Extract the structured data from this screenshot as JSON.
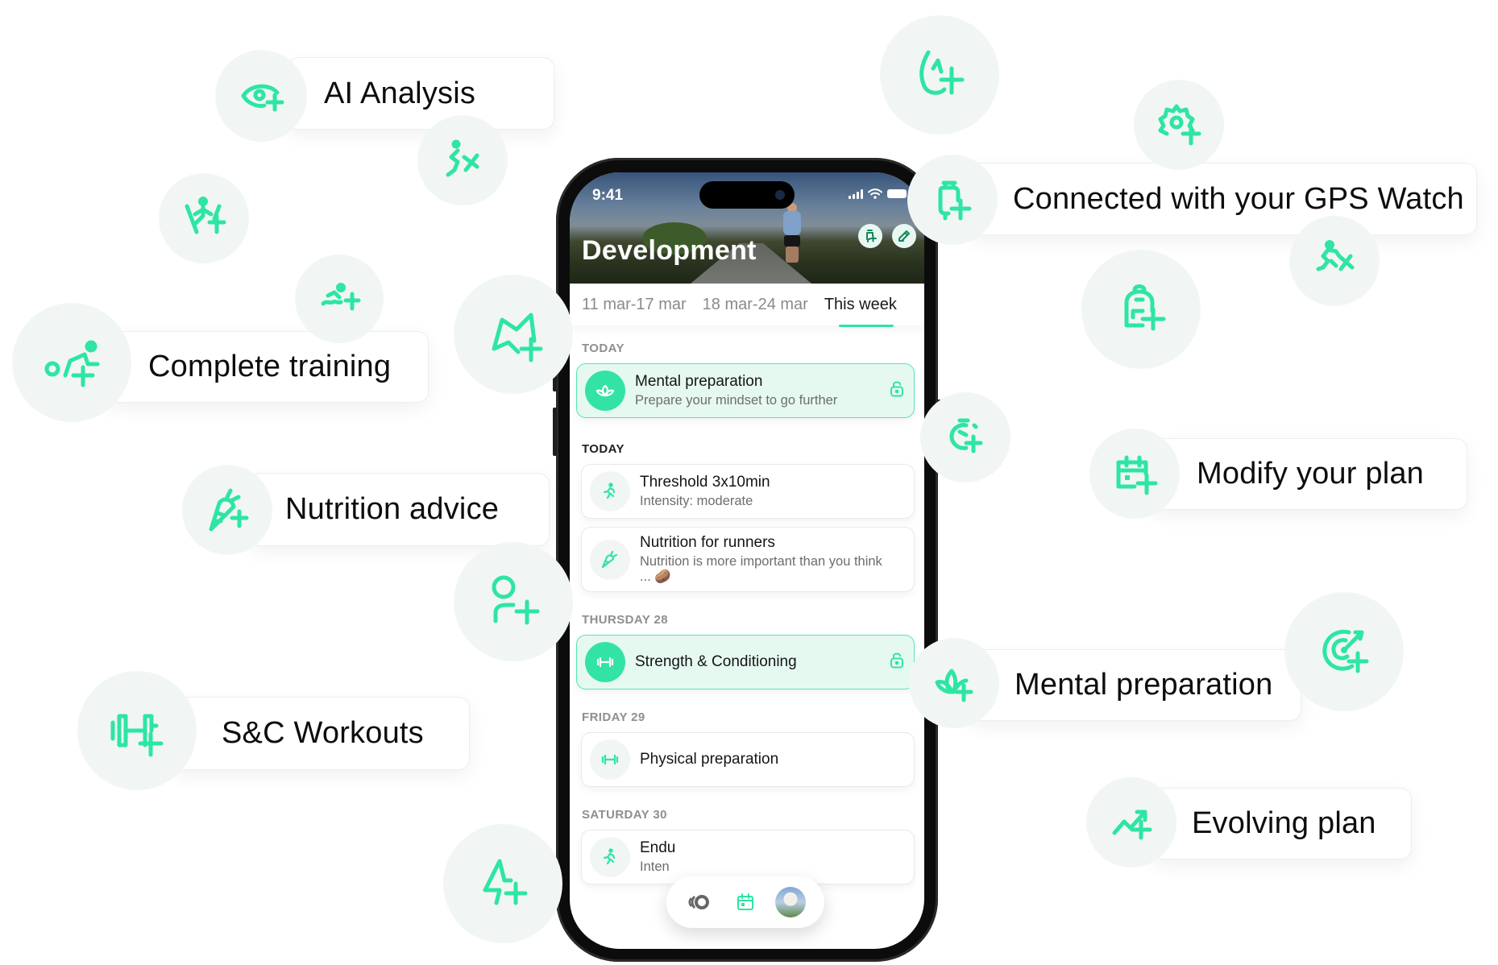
{
  "features": {
    "ai_analysis": "AI Analysis",
    "complete_training": "Complete training",
    "nutrition_advice": "Nutrition advice",
    "sc_workouts": "S&C Workouts",
    "gps_watch": "Connected with your GPS Watch",
    "modify_plan": "Modify your plan",
    "mental_preparation": "Mental preparation",
    "evolving_plan": "Evolving plan"
  },
  "decorative_icons": [
    "eye-plus",
    "runner-plus",
    "ski-plus",
    "swim-plus",
    "cycling-plus",
    "map-plus",
    "carrot-plus",
    "user-plus",
    "dumbbell-plus",
    "bolt-plus",
    "flame-plus",
    "gear-plus",
    "watch-plus",
    "running-plus",
    "backpack-plus",
    "stopwatch-plus",
    "calendar-plus",
    "lotus-plus",
    "target-plus",
    "trend-plus"
  ],
  "colors": {
    "accent": "#2ee5a3",
    "bubble_bg": "#f1f6f4",
    "highlight_bg": "#e6f9f1"
  },
  "phone": {
    "status": {
      "time": "9:41"
    },
    "header": {
      "title": "Development",
      "actions": [
        "watch-add-icon",
        "edit-icon"
      ]
    },
    "tabs": [
      {
        "label": "11 mar-17 mar",
        "active": false
      },
      {
        "label": "18 mar-24 mar",
        "active": false
      },
      {
        "label": "This week",
        "active": true
      }
    ],
    "sections": [
      {
        "label": "TODAY",
        "items": [
          {
            "title": "Mental preparation",
            "subtitle": "Prepare your mindset to go further",
            "icon": "lotus-icon",
            "highlighted": true,
            "locked": true
          }
        ]
      },
      {
        "label": "TODAY",
        "items": [
          {
            "title": "Threshold 3x10min",
            "subtitle": "Intensity: moderate",
            "icon": "running-icon"
          },
          {
            "title": "Nutrition for runners",
            "subtitle": "Nutrition is more important than you think",
            "subtitle2": "... 🥔",
            "icon": "carrot-icon"
          }
        ]
      },
      {
        "label": "THURSDAY 28",
        "items": [
          {
            "title": "Strength & Conditioning",
            "icon": "dumbbell-icon",
            "highlighted": true,
            "locked": true
          }
        ]
      },
      {
        "label": "FRIDAY 29",
        "items": [
          {
            "title": "Physical preparation",
            "icon": "dumbbell-icon"
          }
        ]
      },
      {
        "label": "SATURDAY 30",
        "items": [
          {
            "title": "Endu",
            "subtitle": "Inten",
            "icon": "running-icon"
          }
        ]
      }
    ],
    "bottom_nav": [
      "coach-icon",
      "calendar-icon",
      "profile-avatar"
    ]
  }
}
